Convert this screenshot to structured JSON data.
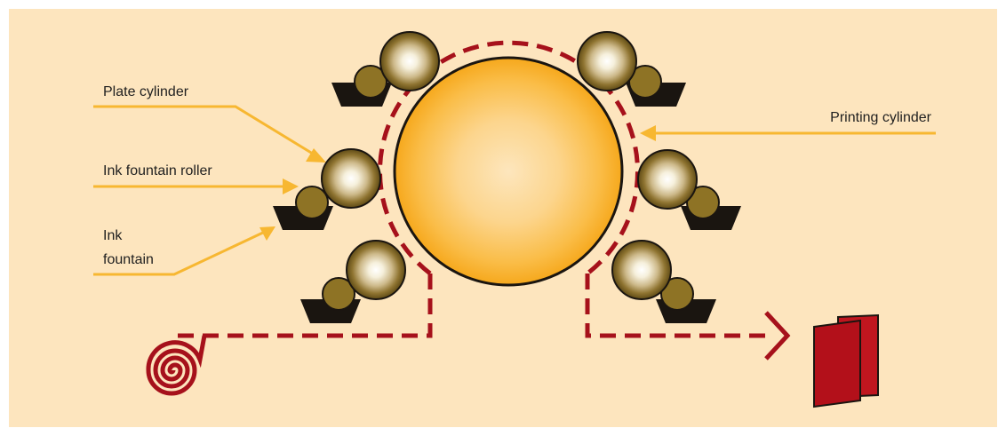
{
  "diagram": {
    "labels": {
      "plate_cylinder": "Plate cylinder",
      "ink_fountain_roller": "Ink fountain roller",
      "ink_fountain_line1": "Ink",
      "ink_fountain_line2": "fountain",
      "printing_cylinder": "Printing cylinder"
    },
    "colors": {
      "background": "#fde5be",
      "leader_lines": "#f7b731",
      "paper_path": "#a6111b",
      "printing_cylinder": "#f9b233",
      "roller": "#8e7325",
      "fountain": "#1a1510",
      "output_sheet": "#b3101a"
    }
  }
}
